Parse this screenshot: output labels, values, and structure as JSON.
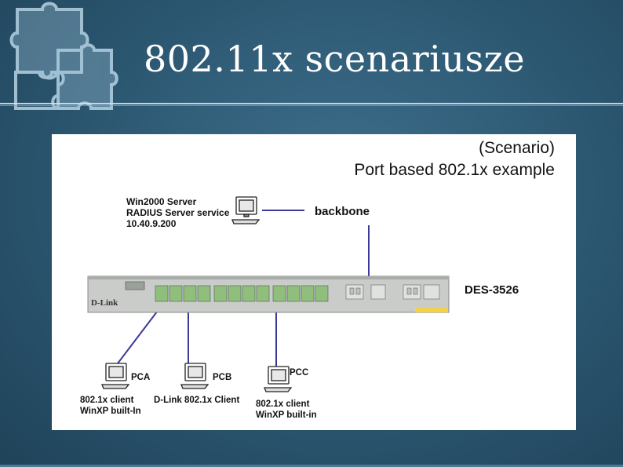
{
  "slide": {
    "title": "802.11x scenariusze"
  },
  "diagram": {
    "heading_line1": "(Scenario)",
    "heading_line2": "Port based 802.1x example",
    "server_line1": "Win2000 Server",
    "server_line2": "RADIUS Server service",
    "server_line3": "10.40.9.200",
    "backbone": "backbone",
    "switch_model": "DES-3526",
    "switch_brand": "D-Link",
    "pca_label": "PCA",
    "pcb_label": "PCB",
    "pcc_label": "PCC",
    "pca_caption_line1": "802.1x client",
    "pca_caption_line2": "WinXP built-In",
    "pcb_caption": "D-Link 802.1x Client",
    "pcc_caption_line1": "802.1x client",
    "pcc_caption_line2": "WinXP built-in",
    "colors": {
      "link": "#3a3a9a",
      "background": "#2b5670",
      "switch_body": "#c9ccc8",
      "port_green": "#8fbf7a",
      "label_yellow": "#f2d24a"
    }
  }
}
